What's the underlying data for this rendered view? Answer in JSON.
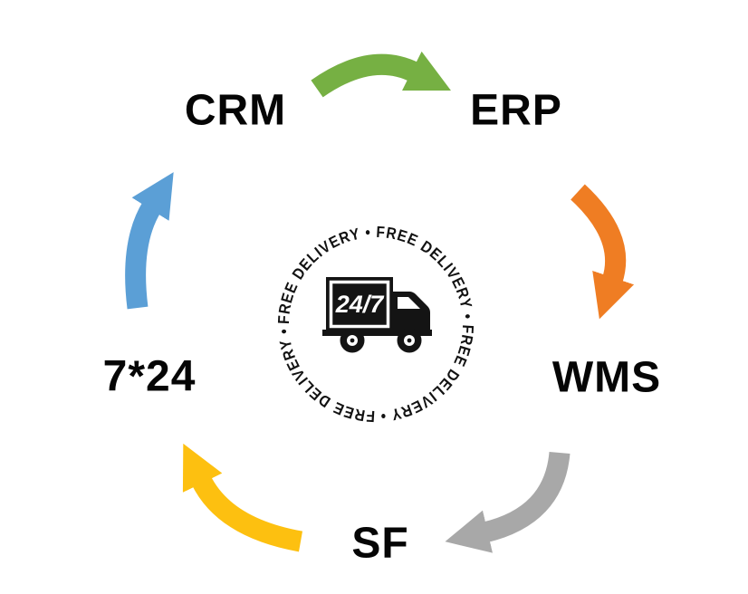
{
  "diagram": {
    "nodes": [
      {
        "id": "crm",
        "label": "CRM"
      },
      {
        "id": "erp",
        "label": "ERP"
      },
      {
        "id": "wms",
        "label": "WMS"
      },
      {
        "id": "sf",
        "label": "SF"
      },
      {
        "id": "7x24",
        "label": "7*24"
      }
    ],
    "arrows": [
      {
        "from": "CRM",
        "to": "ERP",
        "color": "#76b043"
      },
      {
        "from": "ERP",
        "to": "WMS",
        "color": "#ef7d23"
      },
      {
        "from": "WMS",
        "to": "SF",
        "color": "#a8a8a8"
      },
      {
        "from": "SF",
        "to": "7*24",
        "color": "#fdc010"
      },
      {
        "from": "7*24",
        "to": "CRM",
        "color": "#5b9fd6"
      }
    ],
    "badge": {
      "ring_text": "FREE DELIVERY • FREE DELIVERY • FREE DELIVERY • FREE DELIVERY •",
      "truck_label": "24/7",
      "ink_color": "#141414"
    }
  }
}
